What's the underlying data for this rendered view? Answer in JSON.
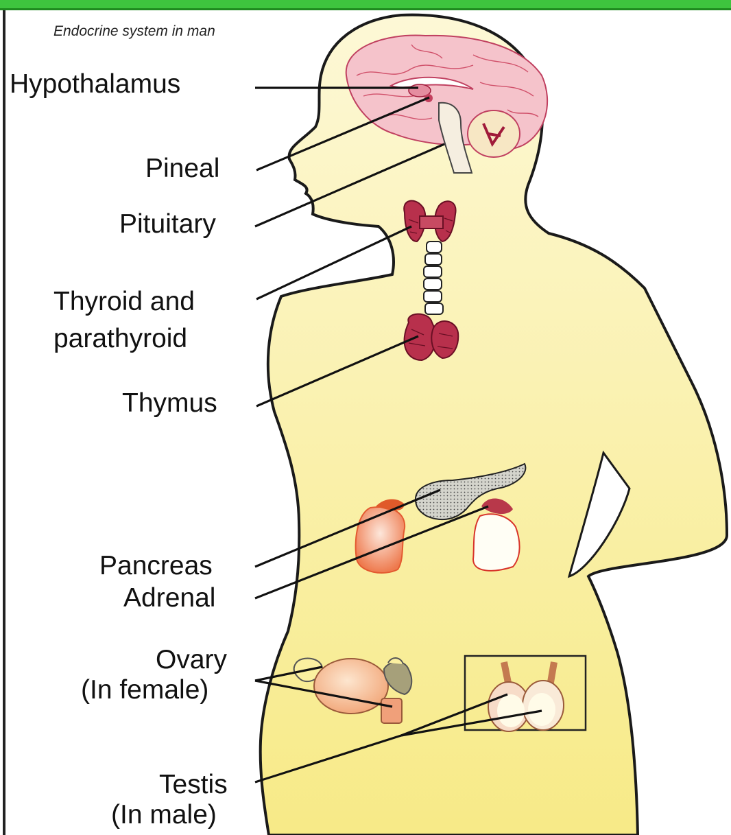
{
  "caption": "Endocrine system in  man",
  "labels": {
    "hypothalamus": "Hypothalamus",
    "pineal": "Pineal",
    "pituitary": "Pituitary",
    "thyroid_line1": "Thyroid and",
    "thyroid_line2": "parathyroid",
    "thymus": "Thymus",
    "pancreas": "Pancreas",
    "adrenal": "Adrenal",
    "ovary_line1": "Ovary",
    "ovary_line2": "(In female)",
    "testis_line1": "Testis",
    "testis_line2": "(In male)"
  },
  "colors": {
    "header_bar": "#3ec43e",
    "body_fill": "#fbf3b8",
    "body_outline": "#1a1a1a",
    "brain": "#f3b6c0",
    "gland_dark": "#9c1d3a",
    "kidney": "#f08a60",
    "pancreas": "#c8c8c0"
  }
}
